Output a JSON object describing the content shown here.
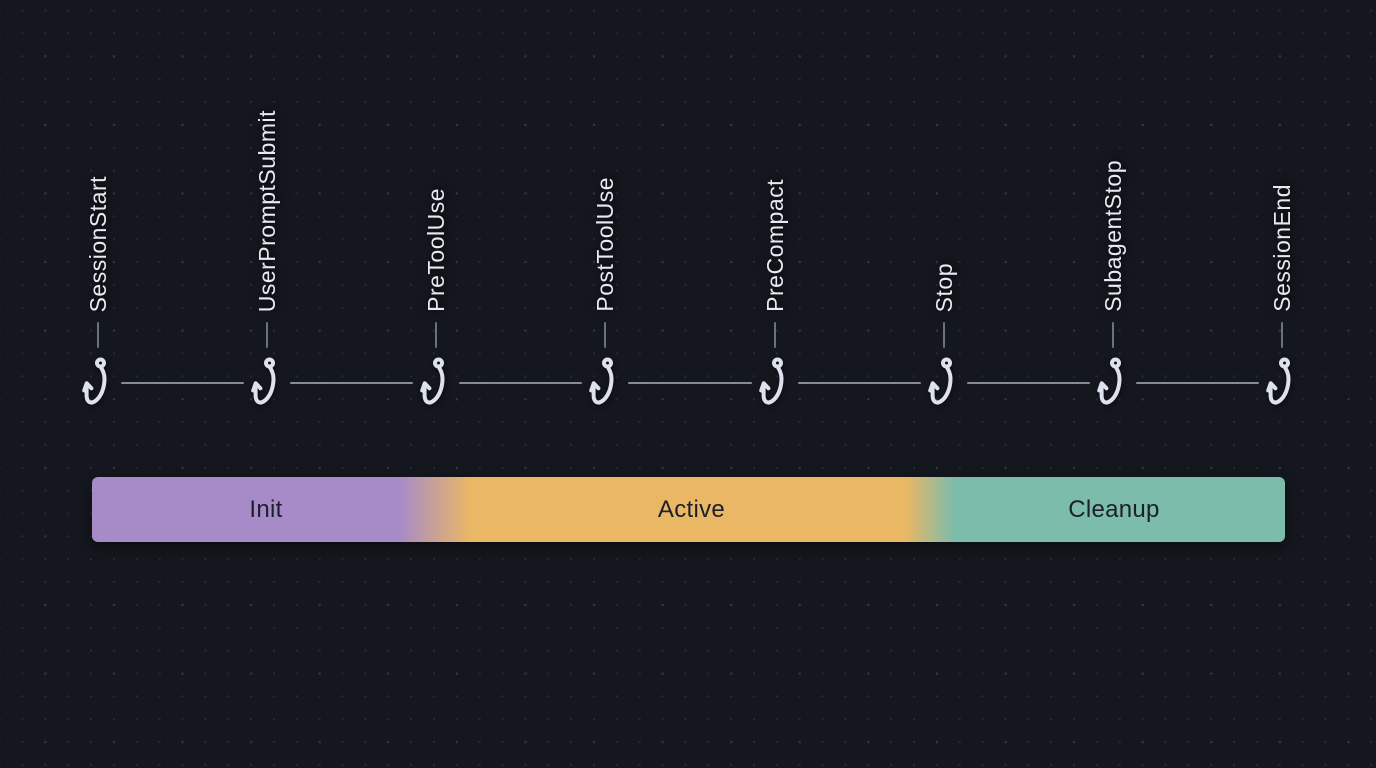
{
  "colors": {
    "background": "#14171e",
    "grid_dot": "#262b36",
    "grid_dot_bright": "#323844",
    "event_label": "#e7eaf2",
    "tick": "#6a7180",
    "connector": "#848b99",
    "hook_icon": "#dde2ee",
    "phase_text": "#1c202a"
  },
  "timeline": {
    "events": [
      {
        "label": "SessionStart"
      },
      {
        "label": "UserPromptSubmit"
      },
      {
        "label": "PreToolUse"
      },
      {
        "label": "PostToolUse"
      },
      {
        "label": "PreCompact"
      },
      {
        "label": "Stop"
      },
      {
        "label": "SubagentStop"
      },
      {
        "label": "SessionEnd"
      }
    ]
  },
  "phases": [
    {
      "label": "Init",
      "color": "#a78bc8"
    },
    {
      "label": "Active",
      "color": "#eab765"
    },
    {
      "label": "Cleanup",
      "color": "#7cbcab"
    }
  ]
}
